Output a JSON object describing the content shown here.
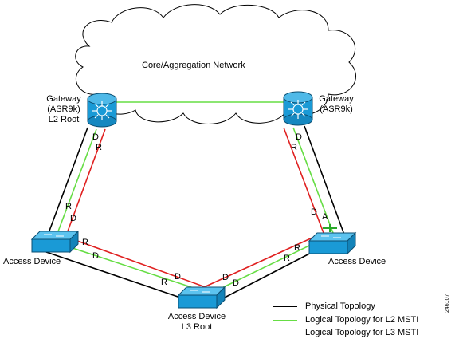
{
  "diagram": {
    "cloud_label": "Core/Aggregation Network",
    "nodes": {
      "gateway_left": {
        "label_lines": [
          "Gateway",
          "(ASR9k)",
          "L2 Root"
        ]
      },
      "gateway_right": {
        "label_lines": [
          "Gateway",
          "(ASR9k)"
        ]
      },
      "access_left": {
        "label": "Access Device"
      },
      "access_right": {
        "label": "Access Device"
      },
      "access_bottom": {
        "label_lines": [
          "Access Device",
          "L3 Root"
        ]
      }
    },
    "port_labels": {
      "gw_left_green": "D",
      "gw_left_red": "R",
      "acc_left_top_green": "R",
      "acc_left_top_red": "D",
      "gw_right_red": "R",
      "gw_right_green": "D",
      "acc_right_top_red": "D",
      "acc_right_top_green": "A",
      "acc_left_right_red": "R",
      "acc_left_right_green": "D",
      "acc_bottom_left_green": "R",
      "acc_bottom_left_red": "D",
      "acc_bottom_right_red": "D",
      "acc_bottom_right_green": "D",
      "acc_right_left_red": "R",
      "acc_right_left_green": "R"
    },
    "colors": {
      "physical": "#000000",
      "l2_msti": "#66dd44",
      "l3_msti": "#e02020",
      "device_fill": "#1a9ad6",
      "cloud_stroke": "#000000"
    }
  },
  "legend": {
    "items": [
      {
        "label": "Physical Topology",
        "color": "#000000"
      },
      {
        "label": "Logical Topology for L2 MSTI",
        "color": "#66dd44"
      },
      {
        "label": "Logical Topology for L3 MSTI",
        "color": "#e02020"
      }
    ]
  },
  "figure_id": "246107"
}
